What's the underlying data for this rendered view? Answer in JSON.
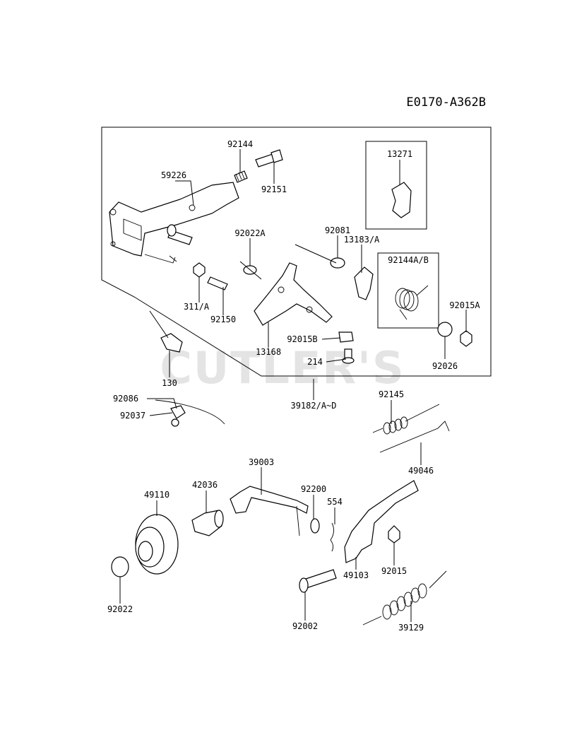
{
  "diagram_code": "E0170-A362B",
  "watermark": "CUTLER'S",
  "parts": {
    "p92144": "92144",
    "p59226": "59226",
    "p92151": "92151",
    "p13271": "13271",
    "p92022A": "92022A",
    "p92081": "92081",
    "p13183A": "13183/A",
    "p92144AB": "92144A/B",
    "p311A": "311/A",
    "p92150": "92150",
    "p92015A": "92015A",
    "p92015B": "92015B",
    "p13168": "13168",
    "p92026": "92026",
    "p214": "214",
    "p130": "130",
    "p39182": "39182/A~D",
    "p92086": "92086",
    "p92037": "92037",
    "p92145": "92145",
    "p49046": "49046",
    "p39003": "39003",
    "p42036": "42036",
    "p49110": "49110",
    "p92200": "92200",
    "p554": "554",
    "p92015": "92015",
    "p49103": "49103",
    "p92022": "92022",
    "p92002": "92002",
    "p39129": "39129"
  }
}
